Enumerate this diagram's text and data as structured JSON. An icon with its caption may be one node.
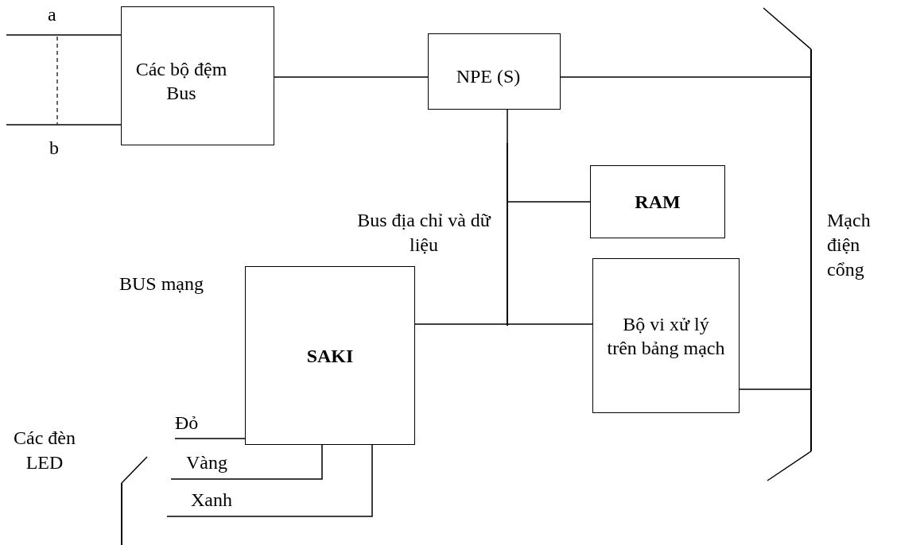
{
  "diagram": {
    "nodes": [
      {
        "text": [
          "Các bộ đệm Bus"
        ]
      },
      {
        "text": [
          "NPE (S)"
        ]
      },
      {
        "text": [
          "RAM"
        ]
      },
      {
        "text": [],
        "shape": "bar",
        "beside": [
          "Bus địa chỉ và dữ liệu"
        ]
      },
      {
        "text": [
          "Bộ vi xử lý trên bảng mạch"
        ]
      },
      {
        "text": [
          "SAKI"
        ],
        "beside": [
          "BUS mạng"
        ]
      },
      {
        "text": [],
        "shape": "bar",
        "beside": [
          "Mạch điện cổng"
        ]
      },
      {
        "text": [],
        "shape": "bar",
        "beside": [
          "Các đèn LED"
        ]
      }
    ],
    "edges": [
      {
        "from": null,
        "to": 0,
        "arrow": "none",
        "label": "a"
      },
      {
        "from": null,
        "to": 0,
        "arrow": "none",
        "label": "b"
      },
      {
        "from": 0,
        "to": 1,
        "arrow": "none"
      },
      {
        "from": 1,
        "to": 6,
        "arrow": "none"
      },
      {
        "from": 1,
        "to": 3,
        "arrow": "none"
      },
      {
        "from": 3,
        "to": 2,
        "arrow": "none"
      },
      {
        "from": 5,
        "to": 3,
        "arrow": "none"
      },
      {
        "from": 3,
        "to": 4,
        "arrow": "none"
      },
      {
        "from": 4,
        "to": 6,
        "arrow": "none"
      },
      {
        "from": 5,
        "to": null,
        "arrow": "none",
        "label": "Đỏ"
      },
      {
        "from": 5,
        "to": null,
        "arrow": "none",
        "label": "Vàng"
      },
      {
        "from": 5,
        "to": null,
        "arrow": "none",
        "label": "Xanh"
      }
    ]
  }
}
